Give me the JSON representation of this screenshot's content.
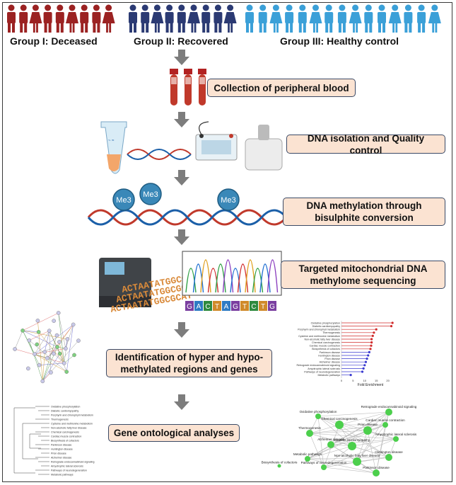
{
  "groups": [
    {
      "label": "Group I: Deceased",
      "color": "#9b2222"
    },
    {
      "label": "Group II: Recovered",
      "color": "#2b3a73"
    },
    {
      "label": "Group III: Healthy control",
      "color": "#3ba0d8"
    }
  ],
  "steps": [
    {
      "label": "Collection of peripheral blood"
    },
    {
      "label": "DNA isolation and Quality control"
    },
    {
      "label": "DNA methylation through bisulphite conversion"
    },
    {
      "label": "Targeted mitochondrial DNA methylome sequencing"
    },
    {
      "label": "Identification of hyper and hypo-methylated regions and genes"
    },
    {
      "label": "Gene ontological analyses"
    }
  ],
  "methyl_tag": "Me3",
  "sequence_letters": [
    "G",
    "A",
    "C",
    "T",
    "A",
    "G",
    "T",
    "C",
    "T",
    "G"
  ],
  "sequence_text": "ACTAATATGGCGCAT",
  "enrichment_plot": {
    "xlabel": "Fold Enrichment",
    "terms": [
      "Oxidative phosphorylation",
      "Diabetic cardiomyopathy",
      "Porphyrin and chlorophyll metabolism",
      "Thermogenesis",
      "Cysteine and methionine metabolism",
      "Non-alcoholic fatty liver disease",
      "Chemical carcinogenesis",
      "Cardiac muscle contraction",
      "Biosynthesis of cofactors",
      "Parkinson disease",
      "Huntington disease",
      "Prion disease",
      "Alzheimer disease",
      "Retrograde endocannabinoid signaling",
      "Amyotrophic lateral sclerosis",
      "Pathways of neurodegeneration",
      "Metabolic pathways"
    ],
    "values": [
      22,
      21.5,
      15,
      14,
      13.5,
      13,
      13,
      12.8,
      12.5,
      12,
      11.5,
      11,
      10.5,
      10,
      9.5,
      9,
      4
    ],
    "ticks": [
      "0",
      "5",
      "10",
      "15",
      "20"
    ]
  },
  "network_labels": [
    "Oxidative phosphorylation",
    "Retrograde endocannabinoid signaling",
    "Chemical carcinogenesis",
    "Cardiac muscle contraction",
    "Thermogenesis",
    "Prion disease",
    "Amyotrophic lateral sclerosis",
    "Alzheimer disease",
    "Diabetic cardiomyopathy",
    "Metabolic pathways",
    "Huntington disease",
    "Non-alcoholic fatty liver disease",
    "Pathways of neurodegeneration",
    "Parkinson disease",
    "Biosynthesis of cofactors"
  ]
}
